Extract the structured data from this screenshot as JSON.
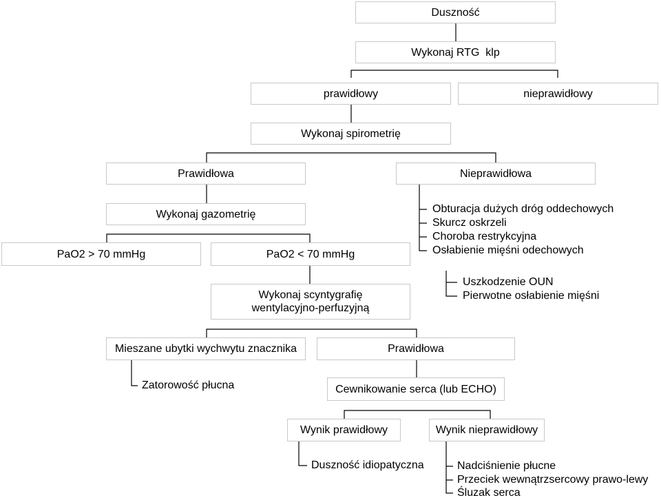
{
  "nodes": {
    "dusznosc": "Duszność",
    "rtg": "Wykonaj RTG  klp",
    "rtg_normal": "prawidłowy",
    "rtg_abnormal": "nieprawidłowy",
    "spirometry": "Wykonaj spirometrię",
    "spiro_normal": "Prawidłowa",
    "spiro_abnormal": "Nieprawidłowa",
    "gasometry": "Wykonaj gazometrię",
    "pao2_high": "PaO2 > 70 mmHg",
    "pao2_low": "PaO2 < 70 mmHg",
    "scintigraphy_line1": "Wykonaj scyntygrafię",
    "scintigraphy_line2": "wentylacyjno-perfuzyjną",
    "mixed_defects": "Mieszane ubytki wychwytu znacznika",
    "scint_normal": "Prawidłowa",
    "embolism": "Zatorowość płucna",
    "catheterization": "Cewnikowanie serca (lub ECHO)",
    "result_normal": "Wynik prawidłowy",
    "result_abnormal": "Wynik nieprawidłowy",
    "idiopathic": "Duszność idiopatyczna"
  },
  "spiro_abnormal_list": [
    "Obturacja dużych dróg oddechowych",
    "Skurcz oskrzeli",
    "Choroba restrykcyjna",
    "Osłabienie mięśni odechowych"
  ],
  "neuro_list": [
    "Uszkodzenie OUN",
    "Pierwotne osłabienie mięśni"
  ],
  "abnormal_result_list": [
    "Nadciśnienie płucne",
    "Przeciek wewnątrzsercowy prawo-lewy",
    "Śluzak serca"
  ]
}
